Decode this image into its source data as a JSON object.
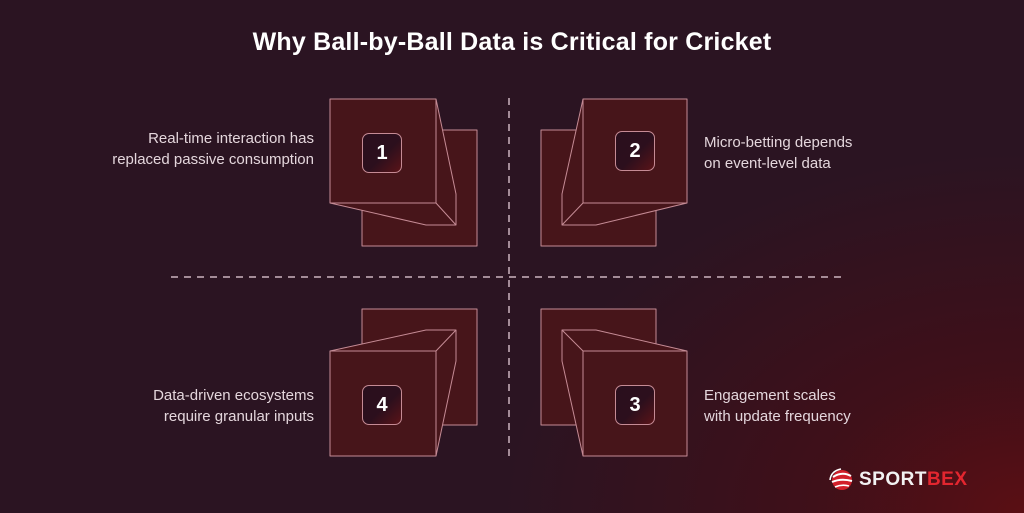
{
  "title": "Why Ball-by-Ball Data is Critical for Cricket",
  "items": [
    {
      "number": "1",
      "text_line1": "Real-time interaction has",
      "text_line2": "replaced passive consumption",
      "position": "top-left"
    },
    {
      "number": "2",
      "text_line1": "Micro-betting depends",
      "text_line2": "on event-level data",
      "position": "top-right"
    },
    {
      "number": "3",
      "text_line1": "Engagement scales",
      "text_line2": "with update frequency",
      "position": "bottom-right"
    },
    {
      "number": "4",
      "text_line1": "Data-driven ecosystems",
      "text_line2": "require granular inputs",
      "position": "bottom-left"
    }
  ],
  "logo": {
    "part1": "SPORT",
    "part2": "BEX",
    "icon": "sportbex-ball-icon"
  },
  "colors": {
    "background": "#2b1422",
    "box_fill": "#47151a",
    "box_stroke": "#c58b95",
    "accent_red": "#e3262f",
    "divider": "#cdb4bf"
  }
}
